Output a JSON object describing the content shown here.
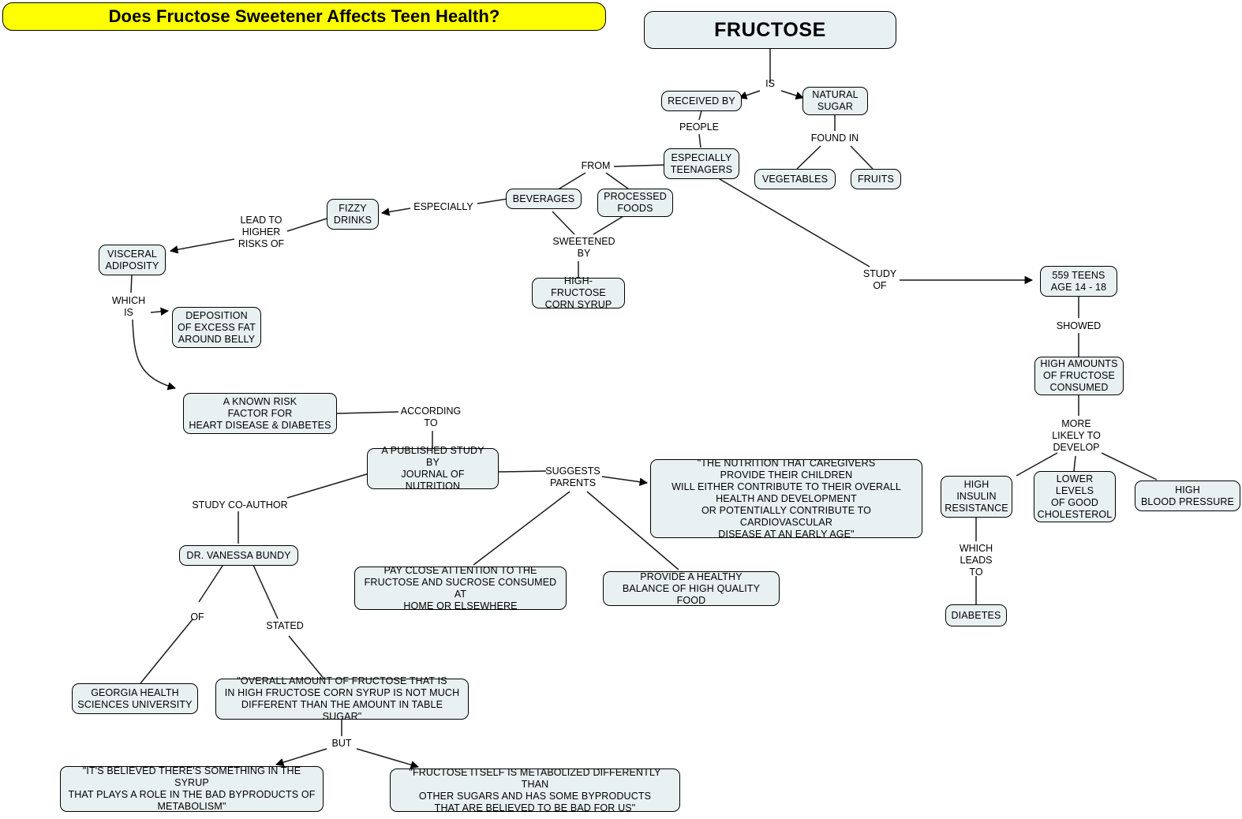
{
  "title_banner": {
    "text": "Does Fructose Sweetener Affects Teen Health?"
  },
  "map": {
    "type": "concept-map",
    "root": "FRUCTOSE",
    "accent_colors": {
      "banner_fill": "#ffff00",
      "node_fill": "#e9f0f2",
      "node_border": "#000000",
      "edge": "#000000",
      "text": "#000000"
    },
    "nodes": [
      {
        "id": "fructose",
        "label": "FRUCTOSE"
      },
      {
        "id": "received_by",
        "label": "RECEIVED BY"
      },
      {
        "id": "natural_sugar",
        "label": "NATURAL\nSUGAR"
      },
      {
        "id": "vegetables",
        "label": "VEGETABLES"
      },
      {
        "id": "fruits",
        "label": "FRUITS"
      },
      {
        "id": "teenagers",
        "label": "ESPECIALLY\nTEENAGERS"
      },
      {
        "id": "beverages",
        "label": "BEVERAGES"
      },
      {
        "id": "processed_foods",
        "label": "PROCESSED\nFOODS"
      },
      {
        "id": "hfcs",
        "label": "HIGH-FRUCTOSE\nCORN SYRUP"
      },
      {
        "id": "fizzy",
        "label": "FIZZY\nDRINKS"
      },
      {
        "id": "visceral",
        "label": "VISCERAL\nADIPOSITY"
      },
      {
        "id": "deposition",
        "label": "DEPOSITION\nOF EXCESS FAT\nAROUND BELLY"
      },
      {
        "id": "risk_factor",
        "label": "A KNOWN RISK\nFACTOR FOR\nHEART DISEASE & DIABETES"
      },
      {
        "id": "study",
        "label": "A PUBLISHED STUDY\nBY\nJOURNAL OF NUTRITION"
      },
      {
        "id": "quote_nutrition",
        "label": "\"THE NUTRITION THAT CAREGIVERS\nPROVIDE THEIR CHILDREN\nWILL EITHER CONTRIBUTE TO THEIR OVERALL\nHEALTH AND DEVELOPMENT\nOR POTENTIALLY CONTRIBUTE TO CARDIOVASCULAR\nDISEASE AT AN EARLY AGE\""
      },
      {
        "id": "pay_attention",
        "label": "PAY CLOSE ATTENTION TO THE\nFRUCTOSE AND SUCROSE CONSUMED AT\nHOME OR ELSEWHERE"
      },
      {
        "id": "healthy_balance",
        "label": "PROVIDE A HEALTHY\nBALANCE OF HIGH QUALITY FOOD"
      },
      {
        "id": "bundy",
        "label": "DR. VANESSA BUNDY"
      },
      {
        "id": "georgia",
        "label": "GEORGIA HEALTH\nSCIENCES UNIVERSITY"
      },
      {
        "id": "quote_overall",
        "label": "\"OVERALL AMOUNT OF FRUCTOSE THAT IS\nIN HIGH FRUCTOSE CORN SYRUP IS NOT MUCH\nDIFFERENT THAN THE AMOUNT IN TABLE SUGAR\""
      },
      {
        "id": "quote_syrup",
        "label": "\"IT'S BELIEVED THERE'S SOMETHING IN THE SYRUP\nTHAT PLAYS A ROLE IN THE BAD BYPRODUCTS OF\nMETABOLISM\""
      },
      {
        "id": "quote_metab",
        "label": "\"FRUCTOSE ITSELF IS METABOLIZED DIFFERENTLY THAN\nOTHER SUGARS AND HAS SOME BYPRODUCTS\nTHAT ARE BELIEVED TO BE BAD FOR US\""
      },
      {
        "id": "teens559",
        "label": "559 TEENS\nAGE 14 - 18"
      },
      {
        "id": "high_amounts",
        "label": "HIGH AMOUNTS\nOF FRUCTOSE\nCONSUMED"
      },
      {
        "id": "insulin",
        "label": "HIGH\nINSULIN\nRESISTANCE"
      },
      {
        "id": "cholesterol",
        "label": "LOWER\nLEVELS\nOF GOOD\nCHOLESTEROL"
      },
      {
        "id": "blood_pressure",
        "label": "HIGH\nBLOOD PRESSURE"
      },
      {
        "id": "diabetes",
        "label": "DIABETES"
      }
    ],
    "edge_labels": [
      {
        "id": "is",
        "text": "IS"
      },
      {
        "id": "people",
        "text": "PEOPLE"
      },
      {
        "id": "found_in",
        "text": "FOUND IN"
      },
      {
        "id": "from",
        "text": "FROM"
      },
      {
        "id": "sweetened_by",
        "text": "SWEETENED\nBY"
      },
      {
        "id": "especially",
        "text": "ESPECIALLY"
      },
      {
        "id": "lead_to",
        "text": "LEAD TO\nHIGHER\nRISKS OF"
      },
      {
        "id": "which_is",
        "text": "WHICH\nIS"
      },
      {
        "id": "according_to",
        "text": "ACCORDING\nTO"
      },
      {
        "id": "suggests",
        "text": "SUGGESTS\nPARENTS"
      },
      {
        "id": "co_author",
        "text": "STUDY CO-AUTHOR"
      },
      {
        "id": "of",
        "text": "OF"
      },
      {
        "id": "stated",
        "text": "STATED"
      },
      {
        "id": "but",
        "text": "BUT"
      },
      {
        "id": "study_of",
        "text": "STUDY\nOF"
      },
      {
        "id": "showed",
        "text": "SHOWED"
      },
      {
        "id": "more_likely",
        "text": "MORE\nLIKELY TO\nDEVELOP"
      },
      {
        "id": "which_leads",
        "text": "WHICH\nLEADS\nTO"
      }
    ]
  }
}
